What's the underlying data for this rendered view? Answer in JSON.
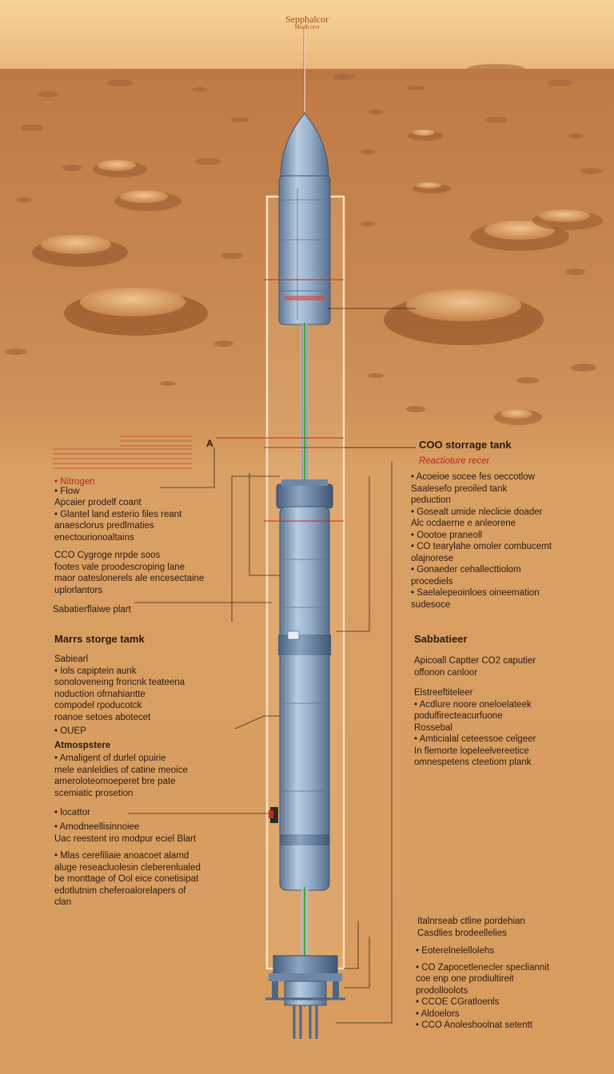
{
  "colors": {
    "sky": "#f0c987",
    "terrain": "#c98a4f",
    "panel": "#d9a064",
    "accent_red": "#c8281c",
    "flow_green": "#3fa83a",
    "tank_blue": "#8fa9c8"
  },
  "top": {
    "title": "Sepphalcor",
    "subtitle": "Mealh orvt"
  },
  "marker": "A",
  "legend": {
    "items": [
      "• Nitrogen",
      "• Flow"
    ]
  },
  "left": {
    "block1": [
      "Apcaier prodelf coant",
      "• Glantel land esterio files reant",
      "anaesclorus predlmaties",
      "enectourionoaltains"
    ],
    "block2": [
      "CCO Cygroge nrpde soos",
      "footes vale proodescroping lane",
      "maor oateslonerels ale encesectaine",
      "uplorlantors"
    ],
    "sabatier_plant": "Sabatierflaiwe plart",
    "heading_storage": "Marrs storge tamk",
    "block3_title": "Sabiearl",
    "block3": [
      "• Iols capiptein aunk",
      "sonoloveneing froricnk teateena",
      "noduction ofrnahiantte",
      "compodel rpoducotck",
      "roanoe setoes abotecet"
    ],
    "ouep": "• OUEP",
    "heading_atmo": "Atmospstere",
    "block4": [
      "• Amaligent of durlel opuirie",
      "mele eanleldies of catine meoice",
      "ameroloteomoeperet bre pate",
      "scemiatic prosetion"
    ],
    "locator": "• locattor",
    "block5": [
      "• Amodneellisinnoiee",
      "Uac reestent iro modpur eciel Blart"
    ],
    "block6": [
      "• Mlas cerefiliaie anoacoet alamd",
      "aluge reseacluolesin cleberenlualed",
      "be monttage of Ool eice conetisipat",
      "edotlutnim cheferoalorelapers of",
      "clan"
    ]
  },
  "right": {
    "heading_co": "COO storrage tank",
    "reactor": "Reactioture recer",
    "block1": [
      "• Acoeioe socee fes oeccotlow",
      "Saalesefo preoiled tank",
      "peduction",
      "• Gosealt umide nleclicie doader",
      "Alc ocdaerne e anleorene",
      "• Oootoe praneoll",
      "• CO tearylahe omoler combucemt",
      "olajnorese",
      "• Gonaeder cehallecttiolom",
      "procediels",
      "• Saelalepeoinloes oineemation",
      "sudesoce"
    ],
    "heading_sabatier": "Sabbatieer",
    "capture": [
      "Apicoall Captter CO2 caputier",
      "offonon canloor"
    ],
    "block2_title": "Elstreeftiteleer",
    "block2": [
      "• Acdlure noore oneloelateek",
      "podulfirecteacurfuone",
      "Rossebal",
      "• Amticialal ceteessoe celgeer",
      "In flemorte lopeleelvereetice",
      "omnespetens cteetiom plank"
    ],
    "block3": [
      "Italnrseab ctline pordehian",
      "Casdlies brodeellelies"
    ],
    "block4": [
      "• Eoterelnelellolehs",
      "• CO Zapocetlenecler specliannit",
      "coe enp one prodiultireit",
      "prodolloolots",
      "• CCOE CGratloenls",
      "• Aldoelors",
      "• CCO Anoleshoolnat setentt"
    ]
  }
}
